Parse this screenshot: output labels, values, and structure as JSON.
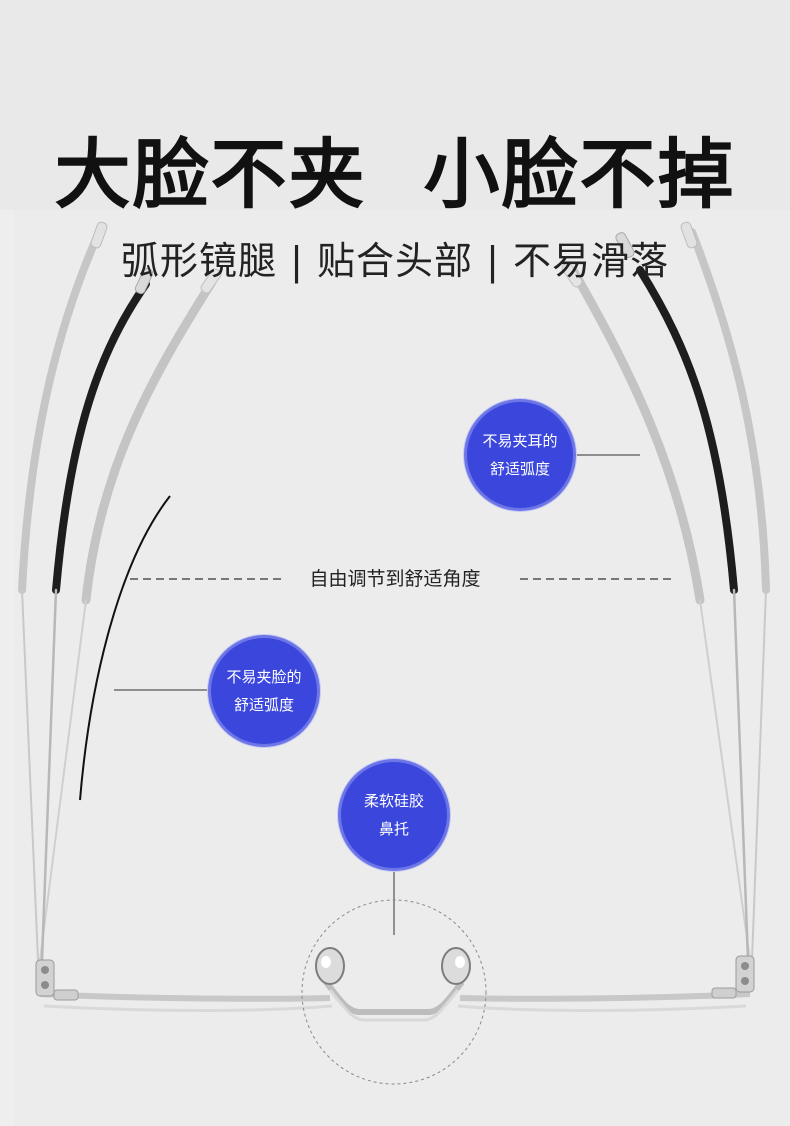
{
  "headline": "大脸不夹  小脸不掉",
  "subline": "弧形镜腿 | 贴合头部 | 不易滑落",
  "adjust_label": "自由调节到舒适角度",
  "badges": {
    "ear": [
      "不易夹耳的",
      "舒适弧度"
    ],
    "face": [
      "不易夹脸的",
      "舒适弧度"
    ],
    "nose": [
      "柔软硅胶",
      "鼻托"
    ]
  },
  "colors": {
    "badge": "#3b47dc",
    "temple_black": "#1a1a1a",
    "temple_gray": "#c5c5c5",
    "metal": "#d6d6d6"
  },
  "icons": [
    "glasses-illustration",
    "nose-pad-icon"
  ]
}
